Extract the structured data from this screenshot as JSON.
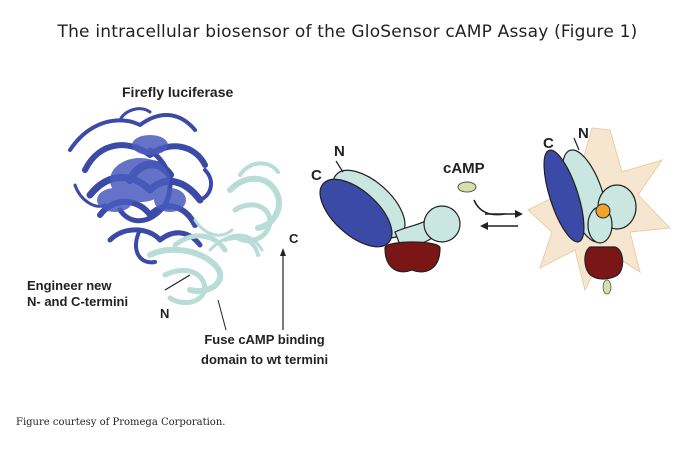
{
  "title": "The intracellular biosensor of the GloSensor cAMP Assay (Figure 1)",
  "labels": {
    "firefly": "Firefly luciferase",
    "engineer_line1": "Engineer new",
    "engineer_line2": "N- and C-termini",
    "fuse_line1": "Fuse cAMP binding",
    "fuse_line2": "domain to wt termini",
    "n_terminus": "N",
    "c_terminus": "C",
    "camp": "cAMP"
  },
  "credit": "Figure courtesy of Promega Corporation.",
  "colors": {
    "luciferase_blue": "#3b4aa6",
    "binding_domain": "#c9e6e1",
    "base_red": "#7a1616",
    "camp_green": "#d9dfa6",
    "glow": "#f7e6cf",
    "lit_ligand": "#f0a32a"
  }
}
